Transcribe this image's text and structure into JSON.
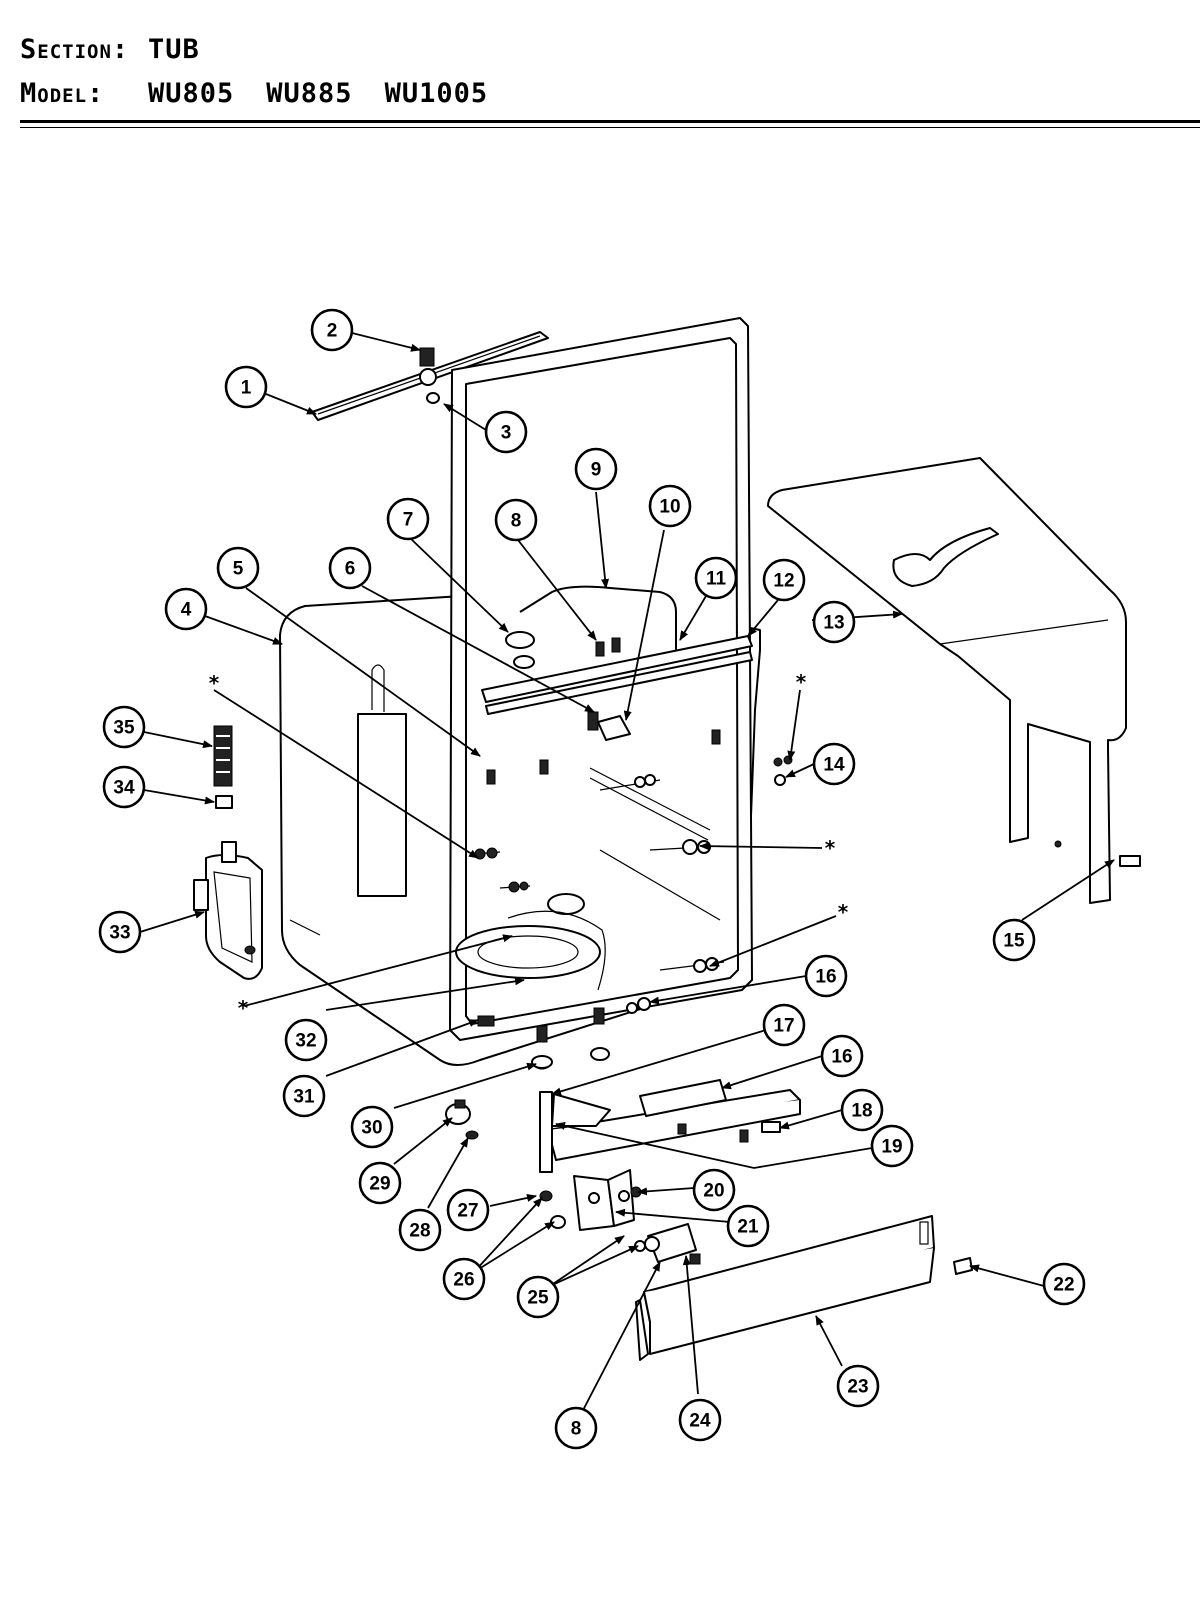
{
  "header": {
    "section_label": "Section:",
    "section_value": "TUB",
    "model_label": "Model:",
    "models": [
      "WU805",
      "WU885",
      "WU1005"
    ]
  },
  "callouts": [
    "1",
    "2",
    "3",
    "4",
    "5",
    "6",
    "7",
    "8",
    "9",
    "10",
    "11",
    "12",
    "13",
    "14",
    "15",
    "16",
    "17",
    "16",
    "18",
    "19",
    "20",
    "21",
    "22",
    "23",
    "24",
    "25",
    "26",
    "27",
    "28",
    "29",
    "30",
    "31",
    "32",
    "33",
    "34",
    "35",
    "8"
  ],
  "asterisk": "*"
}
